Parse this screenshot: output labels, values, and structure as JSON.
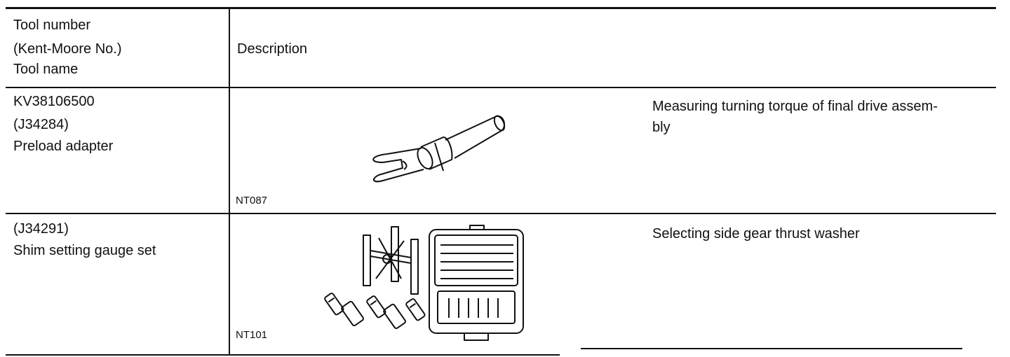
{
  "table": {
    "header": {
      "tool_col_lines": [
        "Tool number",
        "(Kent-Moore No.)",
        "Tool name"
      ],
      "description_label": "Description"
    },
    "rows": [
      {
        "tool_number": "KV38106500",
        "kent_moore_no": "(J34284)",
        "tool_name": "Preload adapter",
        "figure_code": "NT087",
        "figure_icon": "preload-adapter-illustration",
        "description_line1": "Measuring turning torque of final drive assem-",
        "description_line2": "bly"
      },
      {
        "kent_moore_no": "(J34291)",
        "tool_name": "Shim setting gauge set",
        "figure_code": "NT101",
        "figure_icon": "shim-setting-gauge-set-illustration",
        "description_line1": "Selecting side gear thrust washer"
      }
    ]
  }
}
